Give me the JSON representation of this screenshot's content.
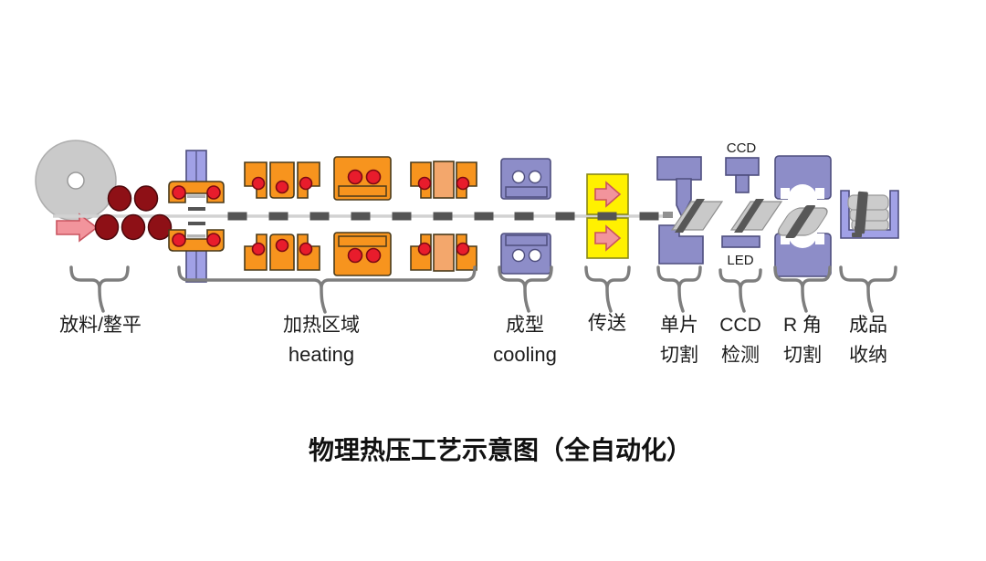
{
  "title": "物理热压工艺示意图（全自动化）",
  "palette": {
    "orange": "#F7941E",
    "orangeLight": "#F3A76C",
    "outlineWarm": "#4A3A1A",
    "red": "#E81C2C",
    "redOutline": "#7D0A12",
    "redDark": "#8E1016",
    "redDarkOutline": "#4C080C",
    "purple": "#8D8DC8",
    "purpleLight": "#A1A1E6",
    "purpleOutline": "#4E4E7E",
    "yellow": "#FFF100",
    "yellowOutline": "#88881A",
    "pink": "#F2949C",
    "pinkOutline": "#C9545F",
    "grayCoil": "#CACACA",
    "coilOutline": "#ADADAD",
    "grayLine": "#D2D2D2",
    "grayDark": "#545454",
    "graySheet": "#C9C9C9",
    "sheetOutline": "#8F8F8F",
    "band": "#575757",
    "brace": "#7E7E7E",
    "ink": "#1C1C1C",
    "titleInk": "#111111"
  },
  "stations": {
    "feed": {
      "label": "放料/整平"
    },
    "heating": {
      "label": "加热区域",
      "label_en": "heating"
    },
    "forming": {
      "label": "成型",
      "label_en": "cooling"
    },
    "transfer": {
      "label": "传送"
    },
    "cutting": {
      "line1": "单片",
      "line2": "切割"
    },
    "ccd": {
      "camera_label": "CCD",
      "led_label": "LED",
      "line1": "CCD",
      "line2": "检测"
    },
    "r_cut": {
      "line1": "R 角",
      "line2": "切割"
    },
    "storage": {
      "line1": "成品",
      "line2": "收纳"
    }
  }
}
